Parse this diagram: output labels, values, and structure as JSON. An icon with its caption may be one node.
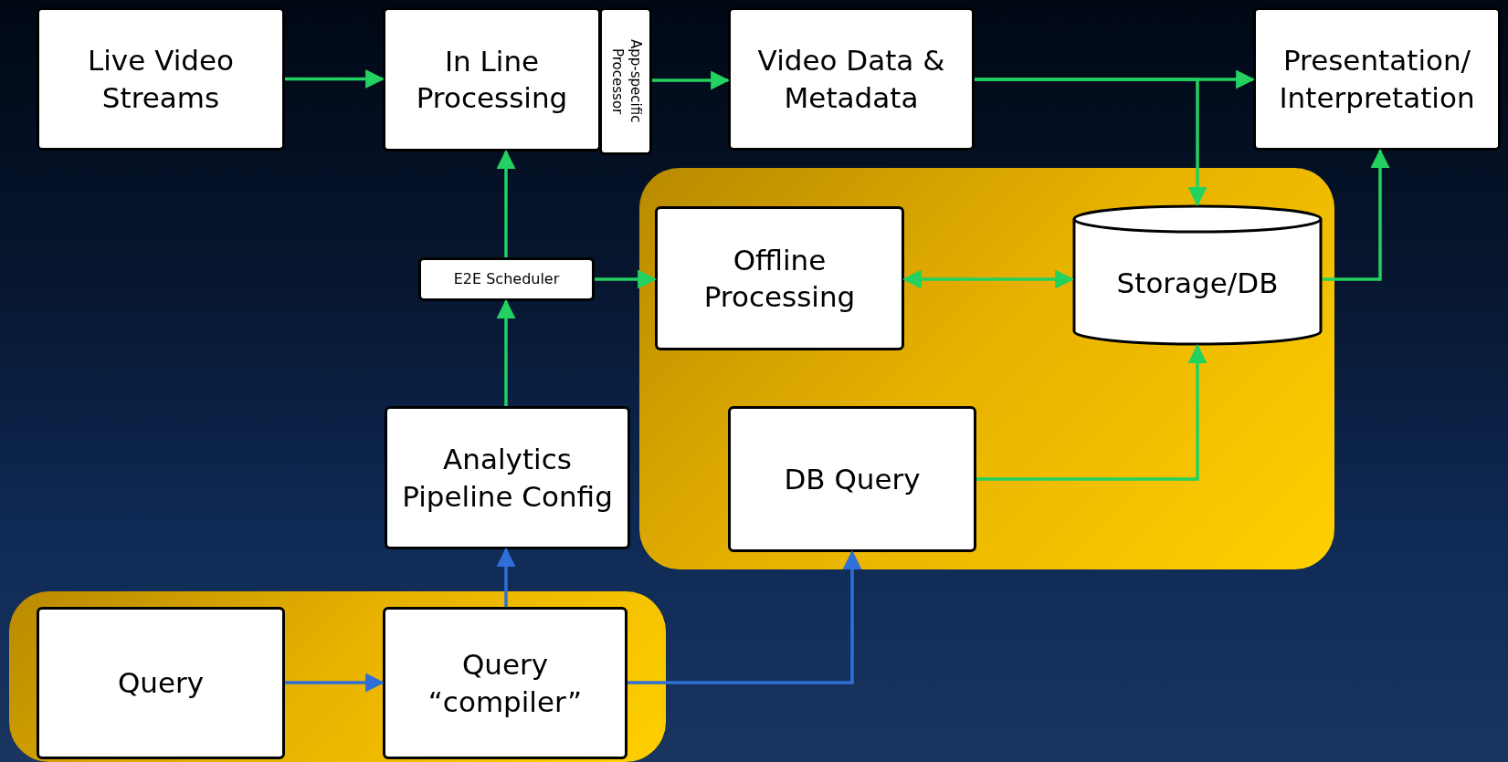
{
  "diagram": {
    "nodes": [
      {
        "text": [
          "Live Video Streams"
        ]
      },
      {
        "text": [
          "In Line Processing"
        ]
      },
      {
        "text": [
          "App-specific Processor"
        ]
      },
      {
        "text": [
          "Video Data & Metadata"
        ]
      },
      {
        "text": [
          "Presentation/ Interpretation"
        ]
      },
      {
        "text": [],
        "shape": "box"
      },
      {
        "text": [
          "Offline Processing"
        ],
        "in": 5
      },
      {
        "text": [
          "Storage/DB"
        ],
        "in": 5
      },
      {
        "text": [
          "DB Query"
        ],
        "in": 5
      },
      {
        "text": [
          "E2E Scheduler"
        ]
      },
      {
        "text": [
          "Analytics Pipeline Config"
        ]
      },
      {
        "text": [],
        "shape": "box"
      },
      {
        "text": [
          "Query"
        ],
        "in": 11
      },
      {
        "text": [
          "Query “compiler”"
        ],
        "in": 11
      }
    ],
    "edges": [
      {
        "from": 0,
        "to": 1,
        "arrow": "to"
      },
      {
        "from": 2,
        "to": 3,
        "arrow": "to"
      },
      {
        "from": 3,
        "to": 4,
        "arrow": "to"
      },
      {
        "from": 3,
        "to": 7,
        "arrow": "to"
      },
      {
        "from": 9,
        "to": 1,
        "arrow": "to"
      },
      {
        "from": 9,
        "to": 6,
        "arrow": "to"
      },
      {
        "from": 6,
        "to": 7,
        "arrow": "both"
      },
      {
        "from": 7,
        "to": 4,
        "arrow": "to"
      },
      {
        "from": 8,
        "to": 7,
        "arrow": "to"
      },
      {
        "from": 10,
        "to": 9,
        "arrow": "to"
      },
      {
        "from": 13,
        "to": 10,
        "arrow": "to",
        "color": "#2f6fd8"
      },
      {
        "from": 12,
        "to": 13,
        "arrow": "to",
        "color": "#2f6fd8"
      },
      {
        "from": 13,
        "to": 8,
        "arrow": "to",
        "color": "#2f6fd8"
      }
    ]
  }
}
